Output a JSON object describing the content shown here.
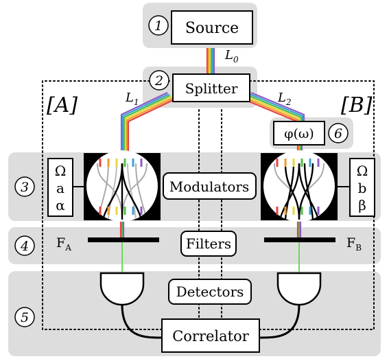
{
  "source": {
    "label": "Source",
    "step": "1"
  },
  "splitter": {
    "label": "Splitter",
    "step": "2"
  },
  "links": {
    "l0": "L",
    "l0_sub": "0",
    "l1": "L",
    "l1_sub": "1",
    "l2": "L",
    "l2_sub": "2"
  },
  "parties": {
    "a": "[A]",
    "b": "[B]"
  },
  "phase": {
    "label": "φ(ω)",
    "step": "6"
  },
  "modulators": {
    "label": "Modulators",
    "step": "3",
    "left_params": [
      "Ω",
      "a",
      "α"
    ],
    "right_params": [
      "Ω",
      "b",
      "β"
    ]
  },
  "filters": {
    "label": "Filters",
    "step": "4",
    "left": "F",
    "left_sub": "A",
    "right": "F",
    "right_sub": "B"
  },
  "detectors": {
    "label": "Detectors",
    "step": "5"
  },
  "correlator": {
    "label": "Correlator"
  },
  "colors": {
    "band": "#dddddd",
    "spectrum": [
      "#e8433e",
      "#f39a2b",
      "#e9d63c",
      "#4fbe4a",
      "#3aa0d8",
      "#8c5cc7"
    ],
    "filtered": "#66dd55"
  }
}
